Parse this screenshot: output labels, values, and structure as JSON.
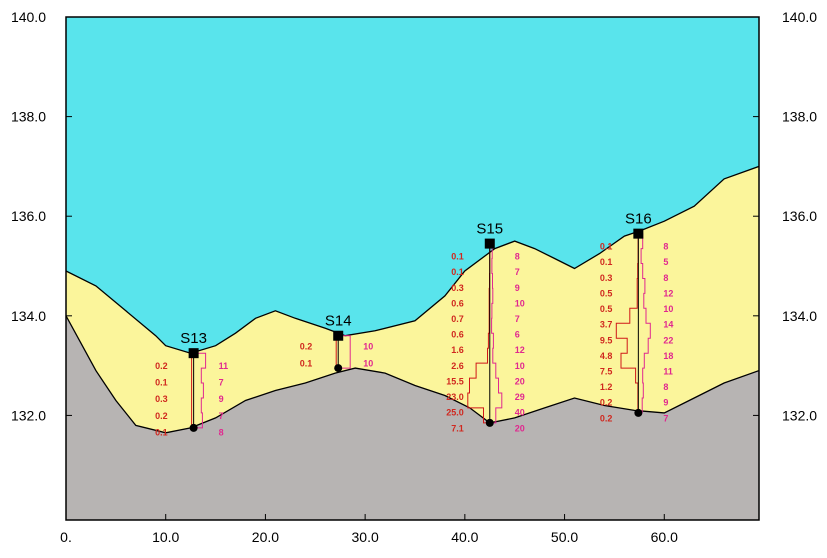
{
  "chart_data": {
    "type": "cross-section",
    "x_ticks": [
      "0.",
      "10.0",
      "20.0",
      "30.0",
      "40.0",
      "50.0",
      "60.0"
    ],
    "x_tick_values": [
      0,
      10,
      20,
      30,
      40,
      50,
      60
    ],
    "y_ticks_left": [
      "140.0",
      "138.0",
      "136.0",
      "134.0",
      "132.0"
    ],
    "y_ticks_right": [
      "140.0",
      "138.0",
      "136.0",
      "134.0",
      "132.0"
    ],
    "y_tick_values": [
      140,
      138,
      136,
      134,
      132
    ],
    "xlim": [
      0,
      69.5
    ],
    "ylim": [
      129.9,
      140.0
    ],
    "grid": false,
    "colors": {
      "water": "#59e4ec",
      "sediment": "#fbf59b",
      "bedrock": "#b7b4b3",
      "outline": "#000000",
      "left_values": "#d0281f",
      "right_values": "#e0288f",
      "profile_line": "#c8206f"
    },
    "layers": {
      "water_surface": 140.0,
      "sediment_top": [
        [
          0,
          134.9
        ],
        [
          3,
          134.6
        ],
        [
          6,
          134.1
        ],
        [
          9,
          133.6
        ],
        [
          10,
          133.4
        ],
        [
          12.5,
          133.25
        ],
        [
          15,
          133.4
        ],
        [
          17,
          133.65
        ],
        [
          19,
          133.95
        ],
        [
          21,
          134.1
        ],
        [
          23,
          133.95
        ],
        [
          26,
          133.75
        ],
        [
          28,
          133.6
        ],
        [
          31,
          133.7
        ],
        [
          35,
          133.9
        ],
        [
          38,
          134.4
        ],
        [
          40,
          134.9
        ],
        [
          43,
          135.35
        ],
        [
          45,
          135.5
        ],
        [
          47,
          135.35
        ],
        [
          49,
          135.15
        ],
        [
          51,
          134.95
        ],
        [
          53.5,
          135.25
        ],
        [
          56,
          135.6
        ],
        [
          57.5,
          135.7
        ],
        [
          60,
          135.9
        ],
        [
          63,
          136.2
        ],
        [
          66,
          136.75
        ],
        [
          69.5,
          137.0
        ]
      ],
      "bedrock_top": [
        [
          0,
          134.0
        ],
        [
          3,
          132.9
        ],
        [
          5,
          132.3
        ],
        [
          7,
          131.8
        ],
        [
          10,
          131.65
        ],
        [
          12.5,
          131.75
        ],
        [
          15,
          131.95
        ],
        [
          18,
          132.3
        ],
        [
          21,
          132.5
        ],
        [
          24,
          132.65
        ],
        [
          27,
          132.85
        ],
        [
          29,
          132.95
        ],
        [
          32,
          132.85
        ],
        [
          35,
          132.6
        ],
        [
          38,
          132.4
        ],
        [
          40.5,
          132.15
        ],
        [
          42.5,
          131.85
        ],
        [
          45,
          131.95
        ],
        [
          48,
          132.15
        ],
        [
          51,
          132.35
        ],
        [
          54,
          132.2
        ],
        [
          57,
          132.1
        ],
        [
          60,
          132.05
        ],
        [
          63,
          132.35
        ],
        [
          66,
          132.65
        ],
        [
          69.5,
          132.9
        ]
      ]
    },
    "stations": [
      {
        "name": "S13",
        "x": 12.8,
        "top": 133.25,
        "bottom": 131.75,
        "left_values": [
          "0.2",
          "0.1",
          "0.3",
          "0.2",
          "0.1"
        ],
        "right_values": [
          "11",
          "7",
          "9",
          "7",
          "8"
        ]
      },
      {
        "name": "S14",
        "x": 27.3,
        "top": 133.6,
        "bottom": 132.95,
        "left_values": [
          "0.2",
          "0.1"
        ],
        "right_values": [
          "10",
          "10"
        ]
      },
      {
        "name": "S15",
        "x": 42.5,
        "top": 135.45,
        "bottom": 131.85,
        "left_values": [
          "0.1",
          "0.1",
          "0.3",
          "0.6",
          "0.7",
          "0.6",
          "1.6",
          "2.6",
          "15.5",
          "23.0",
          "25.0",
          "7.1"
        ],
        "right_values": [
          "8",
          "7",
          "9",
          "10",
          "7",
          "6",
          "12",
          "10",
          "20",
          "29",
          "40",
          "20"
        ]
      },
      {
        "name": "S16",
        "x": 57.4,
        "top": 135.65,
        "bottom": 132.05,
        "left_values": [
          "0.1",
          "0.1",
          "0.3",
          "0.5",
          "0.5",
          "3.7",
          "9.5",
          "4.8",
          "7.5",
          "1.2",
          "0.2",
          "0.2"
        ],
        "right_values": [
          "8",
          "5",
          "8",
          "12",
          "10",
          "14",
          "22",
          "18",
          "11",
          "8",
          "9",
          "7"
        ]
      }
    ]
  }
}
